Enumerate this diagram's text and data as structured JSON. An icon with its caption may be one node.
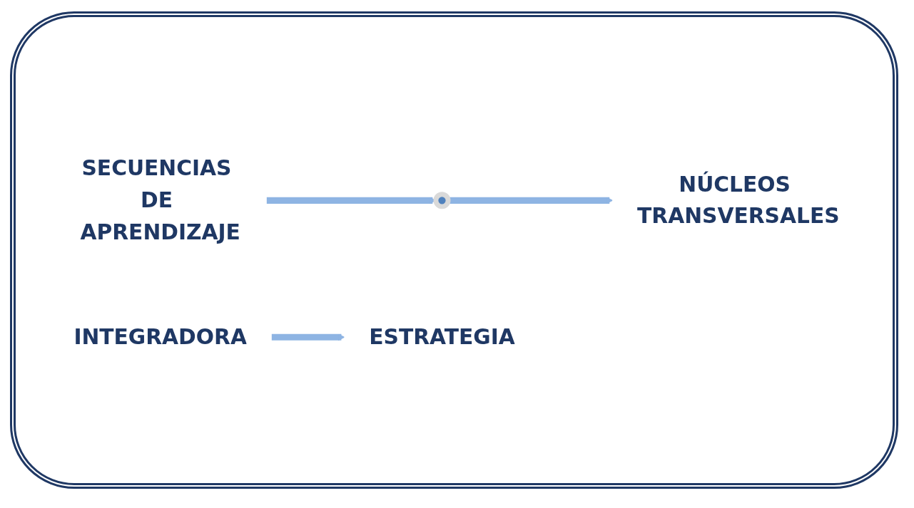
{
  "diagram": {
    "nodes": [
      {
        "text": [
          "NÚCLEOS TRANSVERSALES"
        ]
      },
      {
        "text": [
          "SECUENCIAS DE APRENDIZAJE"
        ]
      },
      {
        "text": [],
        "shape": "circle"
      },
      {
        "text": [
          "INTEGRADORA"
        ]
      },
      {
        "text": [
          "ESTRATEGIA"
        ]
      }
    ],
    "edges": [
      {
        "from": 1,
        "to": 2,
        "arrow": "to"
      },
      {
        "from": 2,
        "to": 0,
        "arrow": "to"
      },
      {
        "from": 3,
        "to": 4,
        "arrow": "to"
      }
    ]
  }
}
